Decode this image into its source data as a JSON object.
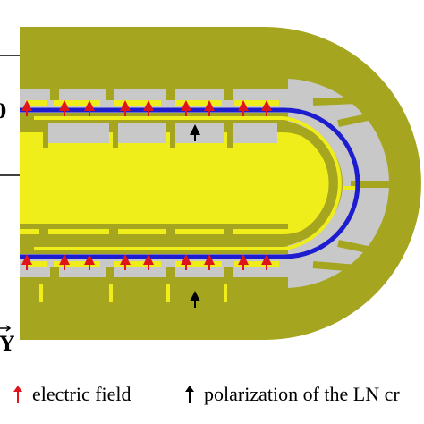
{
  "figure": {
    "axis_symbol": "Y",
    "partial_label": "0",
    "colors": {
      "outer_ring": "#a5a51f",
      "inner_core": "#f0ee1a",
      "electrode_gray": "#c8c8c8",
      "waveguide": "#1d1dcf",
      "field_arrow": "#e0141b",
      "polarization_arrow": "#000000"
    }
  },
  "legend": {
    "electric_field": {
      "label": "electric field",
      "arrow_color": "#e0141b",
      "icon": "up-arrow-icon"
    },
    "polarization": {
      "label": "polarization of the LN cr",
      "arrow_color": "#000000",
      "icon": "up-arrow-icon"
    }
  }
}
